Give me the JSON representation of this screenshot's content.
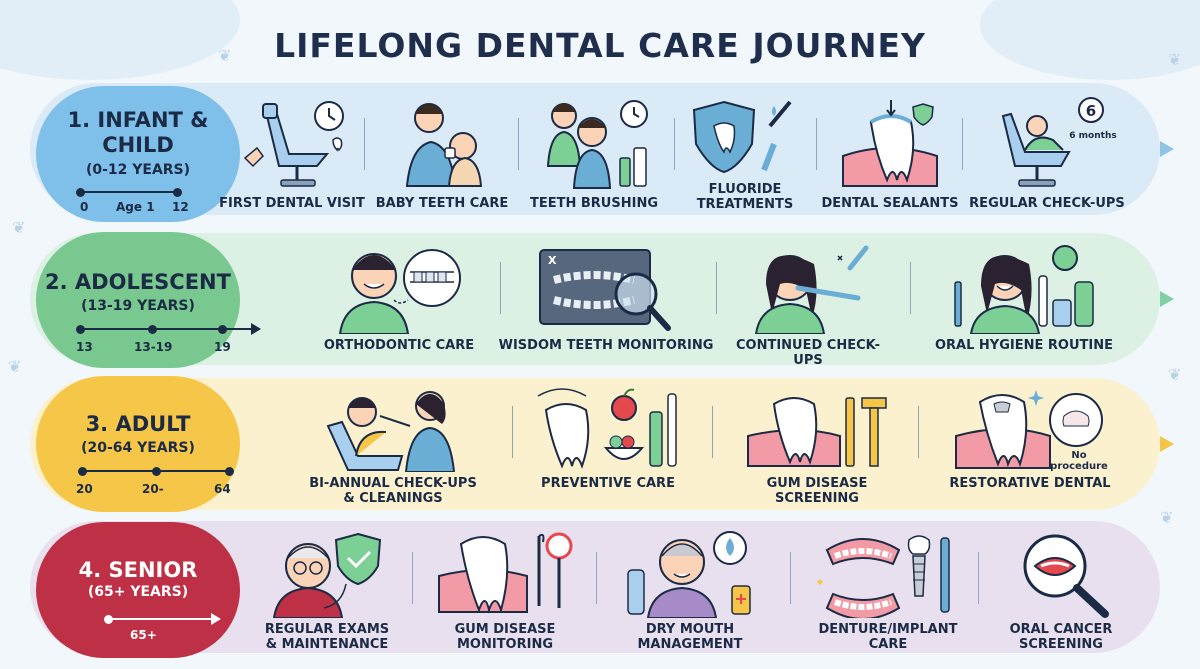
{
  "title": "LIFELONG DENTAL CARE JOURNEY",
  "stages": [
    {
      "name": "1. INFANT &\nCHILD",
      "years": "(0-12 YEARS)",
      "timeline": [
        "0",
        "Age 1",
        "12"
      ],
      "items": [
        {
          "label": "FIRST DENTAL VISIT",
          "icon": "dental-chair-icon"
        },
        {
          "label": "BABY TEETH CARE",
          "icon": "parent-baby-icon"
        },
        {
          "label": "TEETH BRUSHING",
          "icon": "child-brushing-icon"
        },
        {
          "label": "FLUORIDE\nTREATMENTS",
          "icon": "shield-tooth-icon"
        },
        {
          "label": "DENTAL SEALANTS",
          "icon": "sealed-tooth-icon"
        },
        {
          "label": "REGULAR CHECK-UPS",
          "icon": "child-chair-icon",
          "badge_number": "6",
          "badge_text": "6 months"
        }
      ]
    },
    {
      "name": "2. ADOLESCENT",
      "years": "(13-19 YEARS)",
      "timeline": [
        "13",
        "13-19",
        "19"
      ],
      "items": [
        {
          "label": "ORTHODONTIC CARE",
          "icon": "braces-smile-icon"
        },
        {
          "label": "WISDOM TEETH MONITORING",
          "icon": "xray-magnifier-icon",
          "xray_mark": "X"
        },
        {
          "label": "CONTINUED CHECK-UPS",
          "icon": "teen-brushing-icon"
        },
        {
          "label": "ORAL HYGIENE ROUTINE",
          "icon": "hygiene-products-icon"
        }
      ]
    },
    {
      "name": "3. ADULT",
      "years": "(20-64 YEARS)",
      "timeline": [
        "20",
        "20-",
        "64"
      ],
      "items": [
        {
          "label": "BI-ANNUAL CHECK-UPS\n& CLEANINGS",
          "icon": "dentist-patient-icon"
        },
        {
          "label": "PREVENTIVE CARE",
          "icon": "tooth-food-icon"
        },
        {
          "label": "GUM DISEASE\nSCREENING",
          "icon": "gum-tooth-tools-icon"
        },
        {
          "label": "RESTORATIVE DENTAL",
          "icon": "restored-tooth-icon",
          "bubble_text": "No\nprocedure"
        }
      ]
    },
    {
      "name": "4. SENIOR",
      "years": "(65+ YEARS)",
      "timeline": [
        "65+"
      ],
      "items": [
        {
          "label": "REGULAR EXAMS\n& MAINTENANCE",
          "icon": "senior-check-icon"
        },
        {
          "label": "GUM DISEASE\nMONITORING",
          "icon": "gum-probe-icon"
        },
        {
          "label": "DRY MOUTH\nMANAGEMENT",
          "icon": "dry-mouth-icon"
        },
        {
          "label": "DENTURE/IMPLANT\nCARE",
          "icon": "denture-implant-icon"
        },
        {
          "label": "ORAL CANCER\nSCREENING",
          "icon": "mouth-magnifier-icon"
        }
      ]
    }
  ],
  "colors": {
    "stage_1": "#7ec0ea",
    "stage_2": "#79c88f",
    "stage_3": "#f6c648",
    "stage_4": "#bd3046",
    "band_1": "#dbeaf7",
    "band_2": "#dcf0e4",
    "band_3": "#fcf1cf",
    "band_4": "#e8e0ef",
    "ink": "#1b2a45"
  }
}
